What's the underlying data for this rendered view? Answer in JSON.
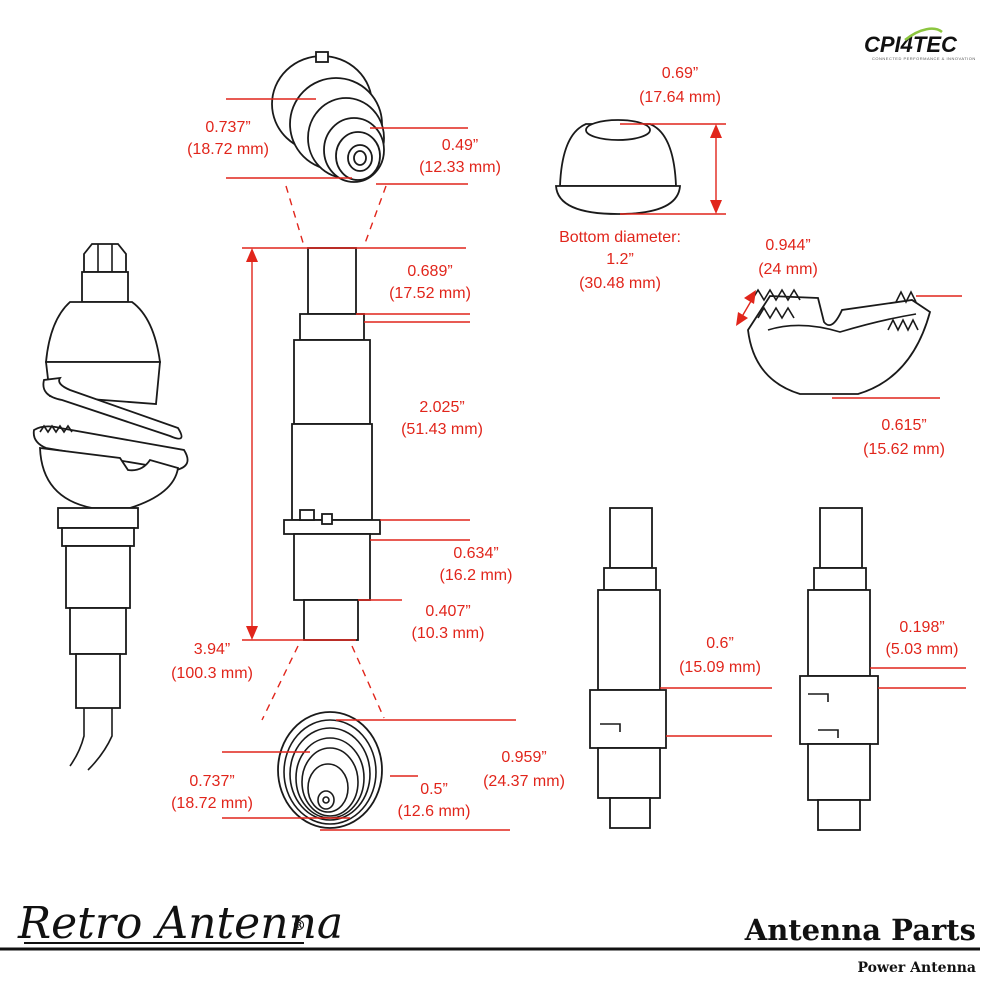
{
  "logo": {
    "text": "CPI4TEC",
    "tagline": "CONNECTED PERFORMANCE & INNOVATION"
  },
  "brand": {
    "wordmark": "Retro Antenna",
    "reg": "®"
  },
  "footer": {
    "title": "Antenna Parts",
    "subtitle": "Power Antenna"
  },
  "dims": {
    "top_outer_in": "0.737”",
    "top_outer_mm": "(18.72 mm)",
    "top_inner_in": "0.49”",
    "top_inner_mm": "(12.33 mm)",
    "shaft_top_in": "0.689”",
    "shaft_top_mm": "(17.52 mm)",
    "shaft_mid_in": "2.025”",
    "shaft_mid_mm": "(51.43 mm)",
    "shaft_low_in": "0.634”",
    "shaft_low_mm": "(16.2 mm)",
    "shaft_bot_in": "0.407”",
    "shaft_bot_mm": "(10.3 mm)",
    "total_in": "3.94”",
    "total_mm": "(100.3 mm)",
    "bot_outer_in": "0.737”",
    "bot_outer_mm": "(18.72 mm)",
    "bot_inner_in": "0.5”",
    "bot_inner_mm": "(12.6 mm)",
    "bot_len_in": "0.959”",
    "bot_len_mm": "(24.37 mm)",
    "cap_top_in": "0.69”",
    "cap_top_mm": "(17.64 mm)",
    "cap_bottom_label": "Bottom diameter:",
    "cap_bottom_in": "1.2”",
    "cap_bottom_mm": "(30.48 mm)",
    "crown_w_in": "0.944”",
    "crown_w_mm": "(24 mm)",
    "crown_h_in": "0.615”",
    "crown_h_mm": "(15.62 mm)",
    "ring_a_in": "0.6”",
    "ring_a_mm": "(15.09 mm)",
    "ring_b_in": "0.198”",
    "ring_b_mm": "(5.03 mm)"
  },
  "colors": {
    "dimension": "#e1251b",
    "line": "#1a1a1a",
    "logo_accent": "#8cc63f"
  }
}
